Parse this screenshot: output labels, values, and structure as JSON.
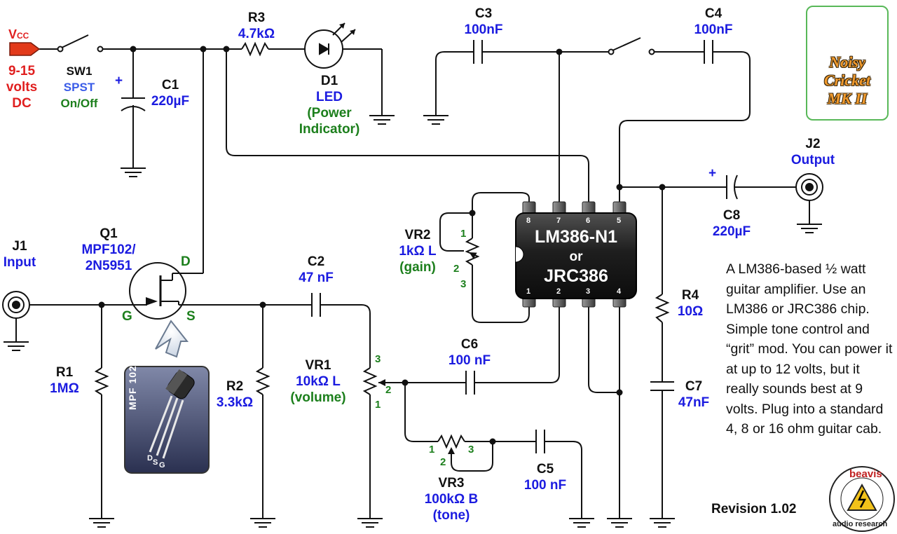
{
  "power": {
    "vcc_text": "V",
    "vcc_sub": "CC",
    "voltage": "9-15",
    "voltage_unit": "volts",
    "voltage_type": "DC"
  },
  "sw1": {
    "ref": "SW1",
    "type": "SPST",
    "function": "On/Off"
  },
  "c1": {
    "ref": "C1",
    "value": "220µF"
  },
  "r3": {
    "ref": "R3",
    "value": "4.7kΩ"
  },
  "d1": {
    "ref": "D1",
    "type": "LED",
    "function_line1": "(Power",
    "function_line2": "Indicator)"
  },
  "c3": {
    "ref": "C3",
    "value": "100nF"
  },
  "c4": {
    "ref": "C4",
    "value": "100nF"
  },
  "j1": {
    "ref": "J1",
    "name": "Input"
  },
  "q1": {
    "ref": "Q1",
    "part_line1": "MPF102/",
    "part_line2": "2N5951",
    "pin_d": "D",
    "pin_g": "G",
    "pin_s": "S"
  },
  "c2": {
    "ref": "C2",
    "value": "47 nF"
  },
  "r1": {
    "ref": "R1",
    "value": "1MΩ"
  },
  "r2": {
    "ref": "R2",
    "value": "3.3kΩ"
  },
  "vr1": {
    "ref": "VR1",
    "value": "10kΩ L",
    "function": "(volume)",
    "pin1": "1",
    "pin2": "2",
    "pin3": "3"
  },
  "vr2": {
    "ref": "VR2",
    "value": "1kΩ L",
    "function": "(gain)",
    "pin1": "1",
    "pin2": "2",
    "pin3": "3"
  },
  "vr3": {
    "ref": "VR3",
    "value": "100kΩ B",
    "function": "(tone)",
    "pin1": "1",
    "pin2": "2",
    "pin3": "3"
  },
  "c5": {
    "ref": "C5",
    "value": "100 nF"
  },
  "c6": {
    "ref": "C6",
    "value": "100 nF"
  },
  "c7": {
    "ref": "C7",
    "value": "47nF"
  },
  "c8": {
    "ref": "C8",
    "value": "220µF"
  },
  "r4": {
    "ref": "R4",
    "value": "10Ω"
  },
  "j2": {
    "ref": "J2",
    "name": "Output"
  },
  "ic": {
    "name_line1": "LM386-N1",
    "name_line2": "or",
    "name_line3": "JRC386",
    "pins_top": [
      "8",
      "7",
      "6",
      "5"
    ],
    "pins_bottom": [
      "1",
      "2",
      "3",
      "4"
    ]
  },
  "plus_sign": "+",
  "mpf_label": "MPF 102",
  "mpf_pins": {
    "d": "D",
    "s": "S",
    "g": "G"
  },
  "badge": {
    "line1": "Noisy",
    "line2": "Cricket",
    "line3": "MK II"
  },
  "description": "A LM386-based ½ watt guitar amplifier. Use an LM386 or JRC386 chip. Simple tone control and “grit” mod. You can power it at up to 12 volts, but it really sounds best at 9 volts. Plug into a standard 4, 8 or 16 ohm guitar cab.",
  "revision": "Revision 1.02",
  "logo": {
    "top": "beavis",
    "side": "audio research"
  },
  "colors": {
    "wire": "#111111",
    "ref_label": "#111111",
    "value_label": "#1b1be0",
    "function_label": "#1c7f1c",
    "power_label": "#e01f1f",
    "chip_body": "#1a1a1a",
    "badge_border": "#58b858"
  }
}
